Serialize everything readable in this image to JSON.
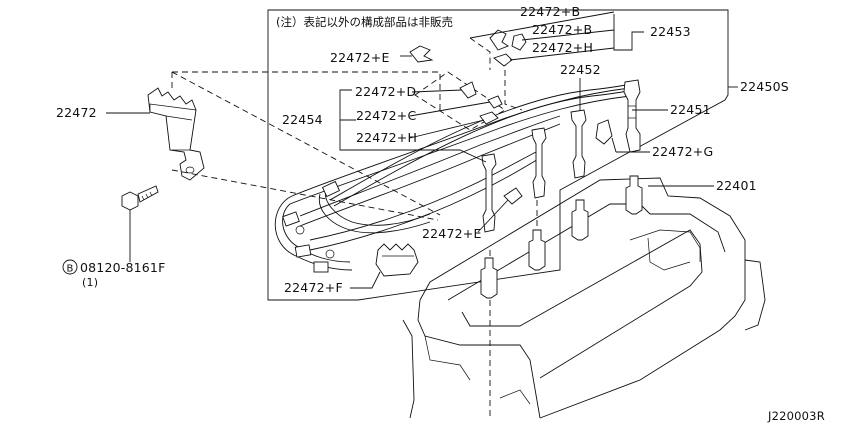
{
  "note": "(注）表記以外の構成部品は非販売",
  "labels": {
    "p22472_b1": "22472+B",
    "p22472_b2": "22472+B",
    "p22472_h1": "22472+H",
    "p22453": "22453",
    "p22472_e1": "22472+E",
    "p22452": "22452",
    "p22450s": "22450S",
    "p22472": "22472",
    "p22472_d": "22472+D",
    "p22451": "22451",
    "p22454": "22454",
    "p22472_c": "22472+C",
    "p22472_h2": "22472+H",
    "p22472_g": "22472+G",
    "p22401": "22401",
    "p22472_e2": "22472+E",
    "bolt_code": "08120-8161F",
    "bolt_qty": "(1)",
    "bolt_marker": "B",
    "p22472_f": "22472+F"
  },
  "diagram_code": "J220003R"
}
